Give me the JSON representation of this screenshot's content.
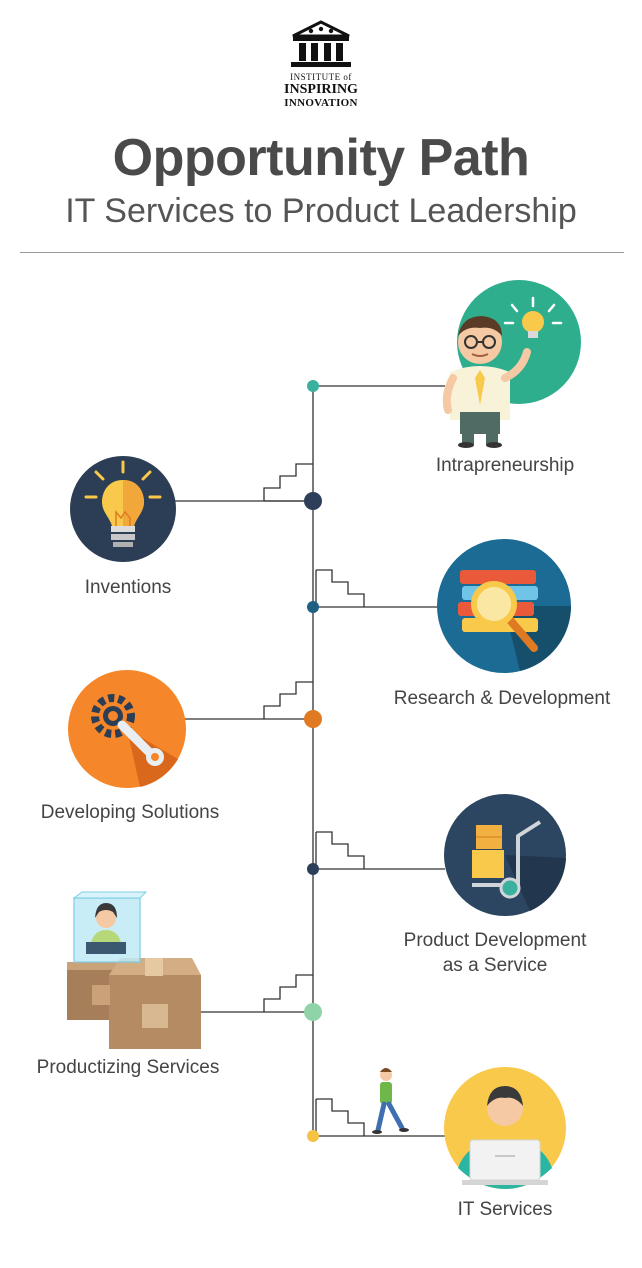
{
  "logo": {
    "line1": "INSTITUTE of",
    "line2": "INSPIRING",
    "line3": "INNOVATION"
  },
  "header": {
    "title": "Opportunity Path",
    "subtitle": "IT Services to Product Leadership"
  },
  "stages": [
    {
      "id": "intrapreneurship",
      "label": "Intrapreneurship",
      "icon": "businessman-lightbulb-icon",
      "node_color": "#3ab09e"
    },
    {
      "id": "inventions",
      "label": "Inventions",
      "icon": "lightbulb-icon",
      "node_color": "#2c3e5a"
    },
    {
      "id": "research",
      "label": "Research & Development",
      "icon": "books-magnifier-icon",
      "node_color": "#1f5f82"
    },
    {
      "id": "solutions",
      "label": "Developing Solutions",
      "icon": "gear-wrench-icon",
      "node_color": "#e07a22"
    },
    {
      "id": "pdaas",
      "label_line1": "Product Development",
      "label_line2": "as a Service",
      "icon": "hand-truck-boxes-icon",
      "node_color": "#2c3e5a"
    },
    {
      "id": "productizing",
      "label": "Productizing Services",
      "icon": "boxes-operator-icon",
      "node_color": "#8fd4a8"
    },
    {
      "id": "itservices",
      "label": "IT Services",
      "icon": "person-laptop-icon",
      "node_color": "#f6c244"
    }
  ],
  "colors": {
    "teal": "#2fae8e",
    "navy": "#2c3e55",
    "orange": "#f5872a",
    "yellow": "#f8c94a",
    "line": "#333333"
  }
}
